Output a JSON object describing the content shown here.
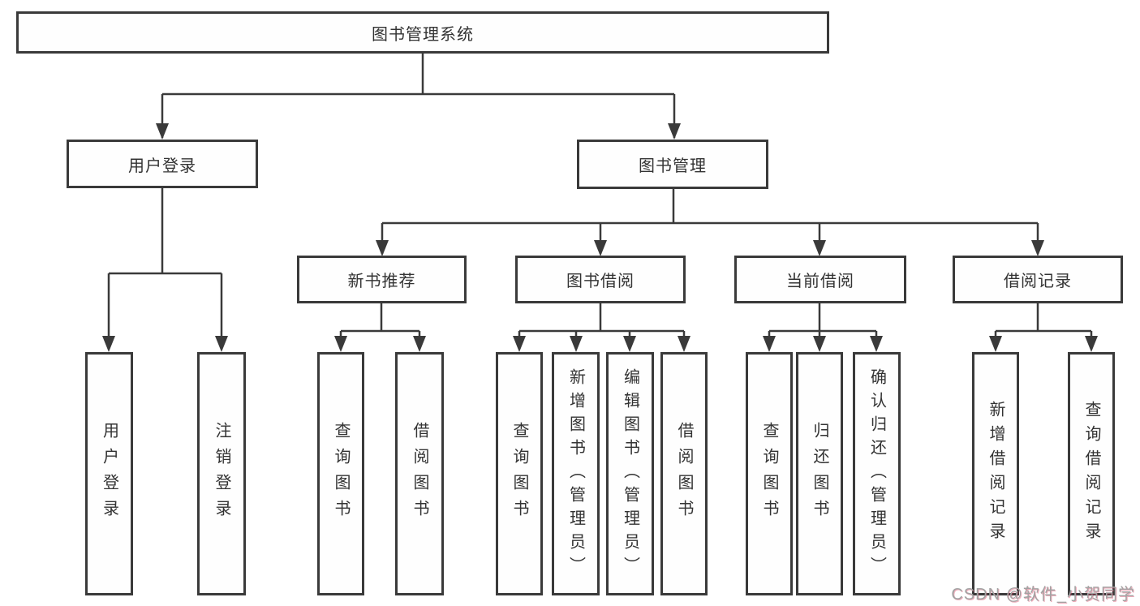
{
  "diagram": {
    "root": "图书管理系统",
    "user_login": {
      "label": "用户登录",
      "children": [
        "用户登录",
        "注销登录"
      ]
    },
    "book_management": {
      "label": "图书管理",
      "sections": [
        {
          "label": "新书推荐",
          "children": [
            "查询图书",
            "借阅图书"
          ]
        },
        {
          "label": "图书借阅",
          "children": [
            "查询图书",
            "新增图书（管理员）",
            "编辑图书（管理员）",
            "借阅图书"
          ]
        },
        {
          "label": "当前借阅",
          "children": [
            "查询图书",
            "归还图书",
            "确认归还（管理员）"
          ]
        },
        {
          "label": "借阅记录",
          "children": [
            "新增借阅记录",
            "查询借阅记录"
          ]
        }
      ]
    }
  },
  "watermark": "CSDN @软件_小贺同学",
  "colors": {
    "line": "#3a3a3a",
    "text": "#333333",
    "watermark": "#a3a3a3",
    "background": "#ffffff"
  }
}
